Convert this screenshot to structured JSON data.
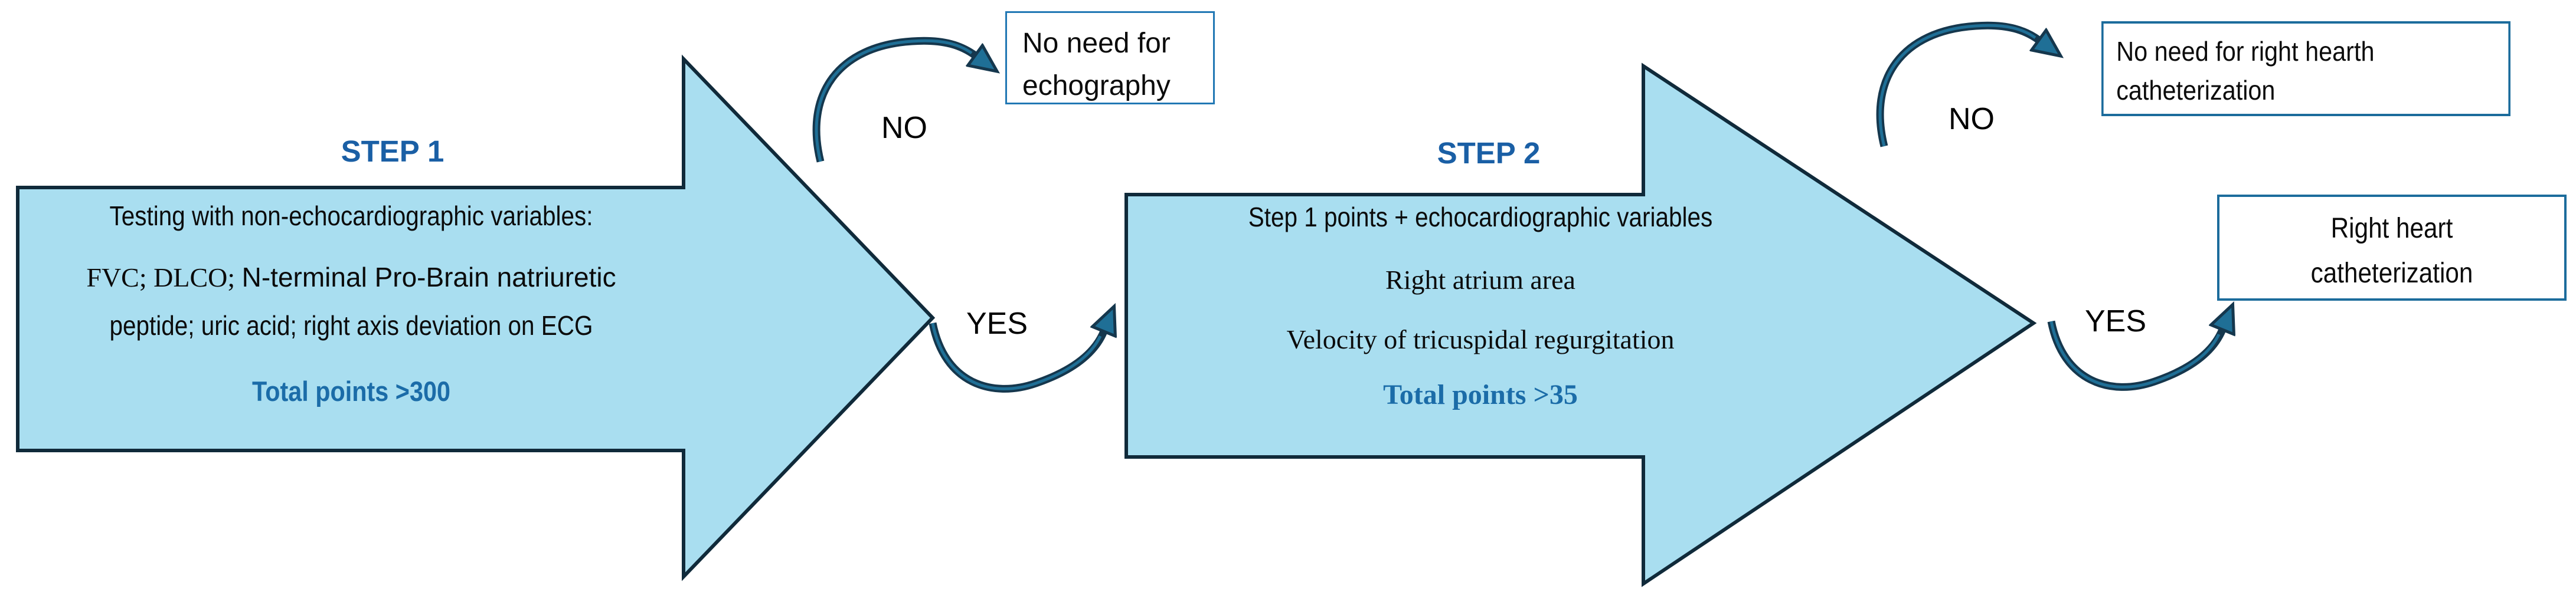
{
  "colors": {
    "arrow_fill": "#A9DEF0",
    "arrow_border": "#102A3A",
    "accent_blue": "#1A5FA5",
    "total_blue": "#1B6CA8",
    "connector_dark": "#15374D",
    "connector_teal": "#1F6F96",
    "box_border_light": "#2278B4",
    "box_border_dark": "#1C6C9C"
  },
  "step1": {
    "title": "STEP 1",
    "intro": "Testing with non-echocardiographic variables:",
    "variables_line1_prefix": "FVC; DLCO; ",
    "variables_line1_rest": "N-terminal Pro-Brain natriuretic",
    "variables_line2": "peptide; uric acid; right axis deviation on ECG",
    "total_points": "Total points >300",
    "no_label": "NO",
    "yes_label": "YES",
    "no_outcome_line1": "No need for",
    "no_outcome_line2": "echography"
  },
  "step2": {
    "title": "STEP 2",
    "intro": "Step 1 points + echocardiographic variables",
    "variable1": "Right atrium area",
    "variable2": "Velocity of tricuspidal regurgitation",
    "total_points": "Total points >35",
    "no_label": "NO",
    "yes_label": "YES",
    "no_outcome_line1": "No need for right hearth",
    "no_outcome_line2": "catheterization",
    "yes_outcome_line1": "Right heart",
    "yes_outcome_line2": "catheterization"
  }
}
